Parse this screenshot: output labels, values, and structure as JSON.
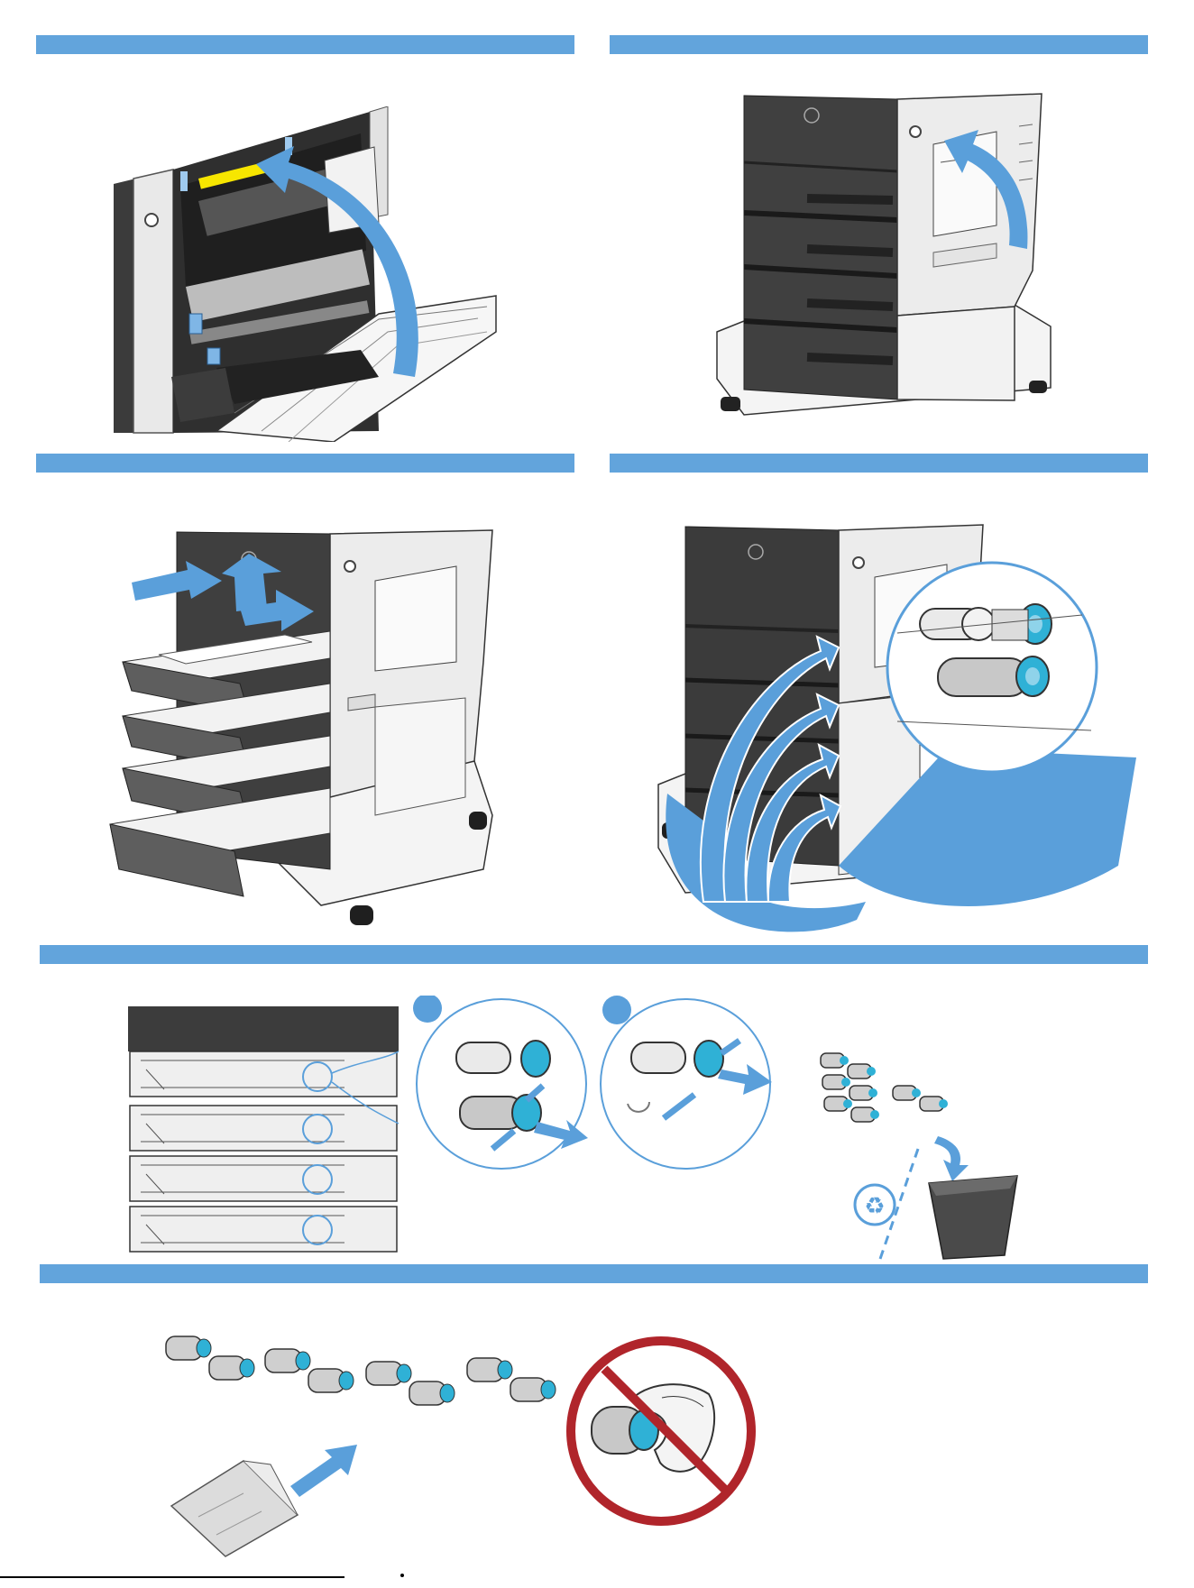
{
  "page": {
    "title": "",
    "steps": [
      {
        "id": 1,
        "text": "",
        "illustration": "open-right-door"
      },
      {
        "id": 2,
        "text": "",
        "illustration": "close-right-door"
      },
      {
        "id": 3,
        "text": "",
        "illustration": "remove-trays"
      },
      {
        "id": 4,
        "text": "",
        "illustration": "locate-rollers"
      },
      {
        "id": 5,
        "text": "",
        "illustration": "remove-rollers-and-recycle",
        "callouts": [
          "",
          ""
        ]
      },
      {
        "id": 6,
        "text": "",
        "illustration": "install-new-rollers-do-not-touch"
      }
    ]
  },
  "icons": {
    "recycle": "recycle-icon",
    "trash": "trash-bin-icon",
    "prohibited": "prohibited-icon",
    "hp-logo": "hp-logo-icon"
  },
  "colors": {
    "header_bar": "#62a4dc",
    "arrow": "#5a9fda",
    "printer_body": "#3c3c3c",
    "roller_tab": "#2fb1d6",
    "prohibited": "#b0252b",
    "highlight": "#f7e600"
  }
}
